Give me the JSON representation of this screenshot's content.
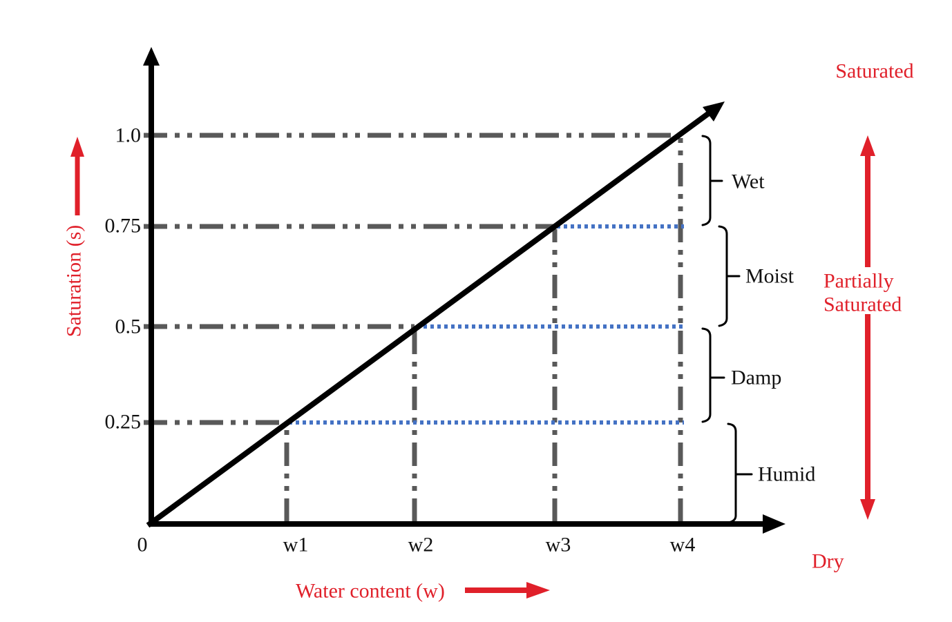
{
  "chart_data": {
    "type": "line",
    "title": "",
    "xlabel": "Water content (w)",
    "ylabel": "Saturation (s)",
    "x_ticks": [
      "0",
      "w1",
      "w2",
      "w3",
      "w4"
    ],
    "y_ticks": [
      "0.25",
      "0.5",
      "0.75",
      "1.0"
    ],
    "series": [
      {
        "name": "saturation-vs-water-content",
        "x": [
          "0",
          "w1",
          "w2",
          "w3",
          "w4"
        ],
        "y": [
          0,
          0.25,
          0.5,
          0.75,
          1.0
        ],
        "style": "solid-black-arrow"
      }
    ],
    "xlim": [
      "0",
      "beyond w4"
    ],
    "ylim": [
      0,
      1.0
    ],
    "grid": "dash-dot guide lines at each tick intersection",
    "zones": [
      {
        "label": "Wet",
        "s_range": [
          0.75,
          1.0
        ]
      },
      {
        "label": "Moist",
        "s_range": [
          0.5,
          0.75
        ]
      },
      {
        "label": "Damp",
        "s_range": [
          0.25,
          0.5
        ]
      },
      {
        "label": "Humid",
        "s_range": [
          0,
          0.25
        ]
      }
    ],
    "annotations": [
      {
        "label": "Saturated",
        "position": "top-right"
      },
      {
        "label": "Partially Saturated",
        "position": "mid-right with up and down arrows"
      },
      {
        "label": "Dry",
        "position": "bottom-right"
      }
    ],
    "colors": {
      "axis": "#000000",
      "gridline": "#595959",
      "guide_dotted": "#4472c4",
      "annotation_red": "#e0202a"
    }
  },
  "labels": {
    "y_axis_title": "Saturation (s)",
    "x_axis_title": "Water content (w)",
    "y_ticks": {
      "t100": "1.0",
      "t075": "0.75",
      "t050": "0.5",
      "t025": "0.25"
    },
    "x_ticks": {
      "t0": "0",
      "w1": "w1",
      "w2": "w2",
      "w3": "w3",
      "w4": "w4"
    },
    "zones": {
      "wet": "Wet",
      "moist": "Moist",
      "damp": "Damp",
      "humid": "Humid"
    },
    "saturated": "Saturated",
    "partially_line1": "Partially",
    "partially_line2": "Saturated",
    "dry": "Dry"
  }
}
